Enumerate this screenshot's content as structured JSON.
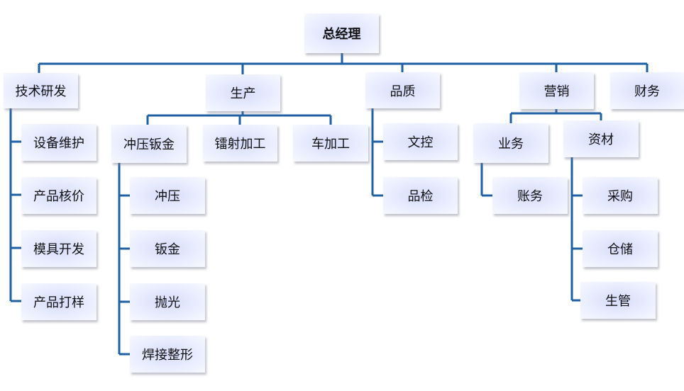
{
  "org": {
    "ceo": "总经理",
    "rnd": "技术研发",
    "production": "生产",
    "quality": "品质",
    "marketing": "营销",
    "finance": "财务",
    "rnd_children": [
      "设备维护",
      "产品核价",
      "模具开发",
      "产品打样"
    ],
    "stamping_sheet": "冲压钣金",
    "laser": "镭射加工",
    "lathe": "车加工",
    "stamping_children": [
      "冲压",
      "钣金",
      "抛光",
      "焊接整形"
    ],
    "quality_children": [
      "文控",
      "品检"
    ],
    "business": "业务",
    "accounts": "账务",
    "materials": "资材",
    "materials_children": [
      "采购",
      "仓储",
      "生管"
    ]
  },
  "colors": {
    "line": "#1f5fa4"
  }
}
